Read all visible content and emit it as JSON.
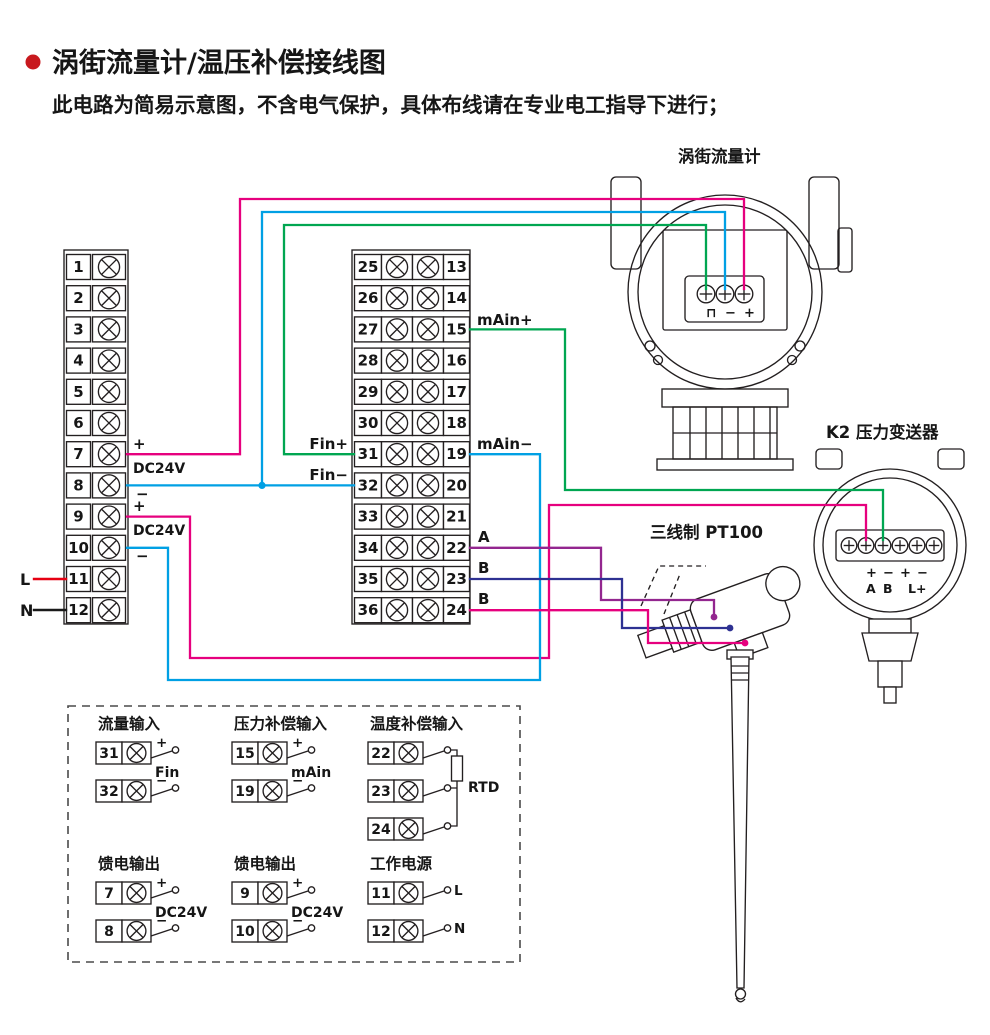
{
  "title": "涡街流量计/温压补偿接线图",
  "subtitle": "此电路为简易示意图，不含电气保护，具体布线请在专业电工指导下进行；",
  "colors": {
    "bullet": "#c8191e",
    "wire_magenta": "#e6007e",
    "wire_cyan": "#00a0e4",
    "wire_green": "#00a651",
    "wire_purple": "#93268f",
    "wire_navy": "#2e3192",
    "wire_red": "#e60012",
    "wire_black": "#1a1a1a"
  },
  "left_block": {
    "terminals": [
      "1",
      "2",
      "3",
      "4",
      "5",
      "6",
      "7",
      "8",
      "9",
      "10",
      "11",
      "12"
    ],
    "labels": {
      "plus_top": "+",
      "dc24v_top": "DC24V",
      "minus_top": "−",
      "plus_bottom": "+",
      "dc24v_bottom": "DC24V",
      "minus_bottom": "−",
      "line": "L",
      "neutral": "N"
    }
  },
  "middle_block": {
    "left_terminals": [
      "25",
      "26",
      "27",
      "28",
      "29",
      "30",
      "31",
      "32",
      "33",
      "34",
      "35",
      "36"
    ],
    "right_terminals": [
      "13",
      "14",
      "15",
      "16",
      "17",
      "18",
      "19",
      "20",
      "21",
      "22",
      "23",
      "24"
    ],
    "labels": {
      "fin_plus": "Fin+",
      "fin_minus": "Fin−",
      "main_plus": "mAin+",
      "main_minus": "mAin−",
      "rtd_a": "A",
      "rtd_b1": "B",
      "rtd_b2": "B"
    }
  },
  "flowmeter": {
    "label": "涡街流量计",
    "terminals": [
      "⊓",
      "−",
      "+"
    ]
  },
  "transmitter": {
    "label": "K2 压力变送器",
    "signs": [
      "+",
      "−",
      "+",
      "−"
    ],
    "pins": [
      "A",
      "B",
      "L+"
    ]
  },
  "pt100": {
    "label": "三线制 PT100"
  },
  "legend": {
    "groups": [
      {
        "title": "流量输入",
        "rows": [
          [
            "31",
            "+"
          ],
          [
            "32",
            "−"
          ]
        ],
        "mid": "Fin"
      },
      {
        "title": "压力补偿输入",
        "rows": [
          [
            "15",
            "+"
          ],
          [
            "19",
            "−"
          ]
        ],
        "mid": "mAin"
      },
      {
        "title": "温度补偿输入",
        "rows": [
          [
            "22",
            ""
          ],
          [
            "23",
            ""
          ],
          [
            "24",
            ""
          ]
        ],
        "mid": "RTD"
      },
      {
        "title": "馈电输出",
        "rows": [
          [
            "7",
            "+"
          ],
          [
            "8",
            "−"
          ]
        ],
        "mid": "DC24V"
      },
      {
        "title": "馈电输出",
        "rows": [
          [
            "9",
            "+"
          ],
          [
            "10",
            "−"
          ]
        ],
        "mid": "DC24V"
      },
      {
        "title": "工作电源",
        "rows": [
          [
            "11",
            "L"
          ],
          [
            "12",
            "N"
          ]
        ],
        "mid": ""
      }
    ]
  }
}
